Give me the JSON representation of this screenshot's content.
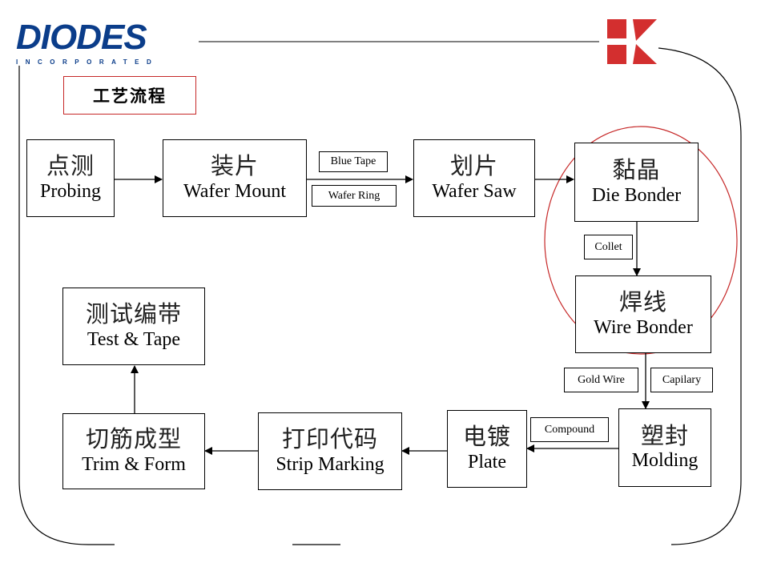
{
  "logo": {
    "name": "DIODES",
    "tagline": "INCORPORATED"
  },
  "title": "工艺流程",
  "steps": {
    "probing": {
      "cn": "点测",
      "en": "Probing"
    },
    "mount": {
      "cn": "装片",
      "en": "Wafer Mount"
    },
    "saw": {
      "cn": "划片",
      "en": "Wafer Saw"
    },
    "die": {
      "cn": "黏晶",
      "en": "Die Bonder"
    },
    "wire": {
      "cn": "焊线",
      "en": "Wire Bonder"
    },
    "molding": {
      "cn": "塑封",
      "en": "Molding"
    },
    "plate": {
      "cn": "电镀",
      "en": "Plate"
    },
    "marking": {
      "cn": "打印代码",
      "en": "Strip Marking"
    },
    "trim": {
      "cn": "切筋成型",
      "en": "Trim & Form"
    },
    "test": {
      "cn": "测试编带",
      "en": "Test & Tape"
    }
  },
  "materials": {
    "blue_tape": "Blue Tape",
    "wafer_ring": "Wafer Ring",
    "collet": "Collet",
    "gold_wire": "Gold Wire",
    "capillary": "Capilary",
    "compound": "Compound"
  },
  "colors": {
    "logo_blue": "#0b3d8a",
    "accent_red": "#c62828",
    "highlight_circle": "#c62828"
  }
}
